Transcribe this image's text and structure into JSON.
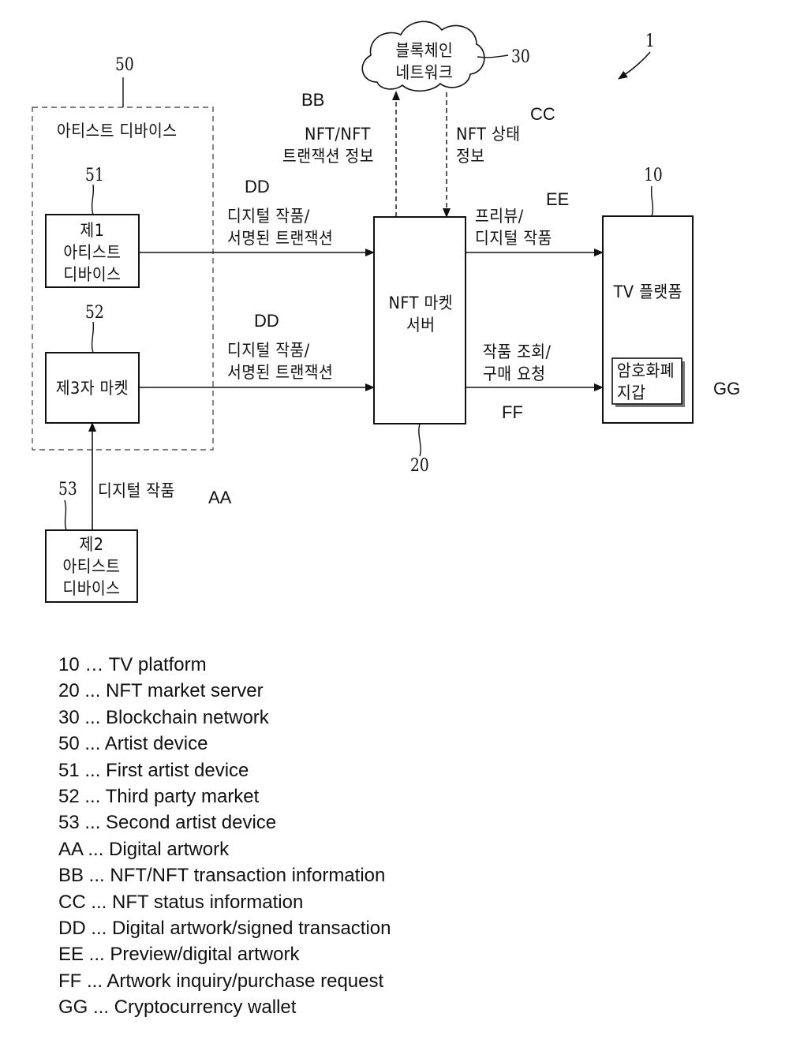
{
  "figure_number": "1",
  "cloud": {
    "number": "30",
    "line1": "블록체인",
    "line2": "네트워크"
  },
  "artist_group": {
    "number": "50",
    "title": "아티스트 디바이스"
  },
  "first_artist": {
    "number": "51",
    "lines": [
      "제1",
      "아티스트",
      "디바이스"
    ]
  },
  "third_party": {
    "number": "52",
    "label": "제3자 마켓"
  },
  "second_artist": {
    "number": "53",
    "lines": [
      "제2",
      "아티스트",
      "디바이스"
    ]
  },
  "server": {
    "number": "20",
    "line1": "NFT 마켓",
    "line2": "서버"
  },
  "tv": {
    "number": "10",
    "label": "TV 플랫폼"
  },
  "wallet": {
    "line1": "암호화폐",
    "line2": "지갑"
  },
  "arrows": {
    "bb": {
      "code": "BB",
      "line1": "NFT/NFT",
      "line2": "트랜잭션 정보"
    },
    "cc": {
      "code": "CC",
      "line1": "NFT 상태",
      "line2": "정보"
    },
    "dd_top": {
      "code": "DD",
      "line1": "디지털 작품/",
      "line2": "서명된 트랜잭션"
    },
    "dd_bottom": {
      "code": "DD",
      "line1": "디지털 작품/",
      "line2": "서명된 트랜잭션"
    },
    "ee": {
      "code": "EE",
      "line1": "프리뷰/",
      "line2": "디지털 작품"
    },
    "ff": {
      "code": "FF",
      "line1": "작품 조회/",
      "line2": "구매 요청"
    },
    "aa": {
      "code": "AA",
      "label": "디지털 작품"
    },
    "gg": {
      "code": "GG"
    }
  },
  "legend": [
    "10 … TV platform",
    "20 ... NFT market server",
    "30 ... Blockchain network",
    "50 ... Artist device",
    "51 ... First artist device",
    "52 ... Third party market",
    "53 ... Second artist device",
    "AA ... Digital artwork",
    "BB ... NFT/NFT transaction information",
    "CC ... NFT status information",
    "DD ... Digital artwork/signed transaction",
    "EE ... Preview/digital artwork",
    "FF ... Artwork inquiry/purchase request",
    "GG ... Cryptocurrency wallet"
  ]
}
